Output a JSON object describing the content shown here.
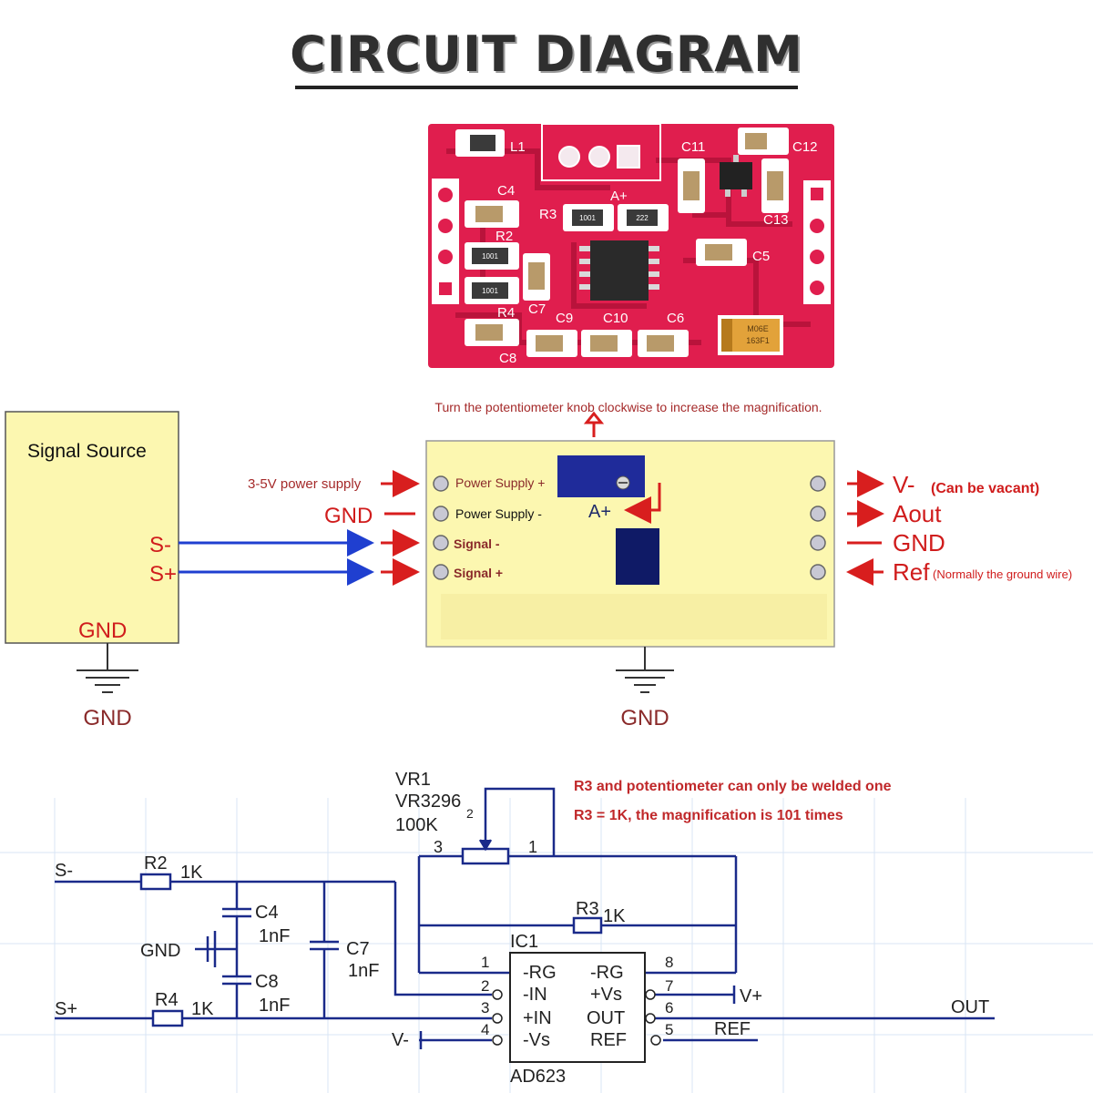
{
  "title": "CIRCUIT DIAGRAM",
  "board": {
    "labels": [
      "L1",
      "C11",
      "C12",
      "C4",
      "R3",
      "A+",
      "C13",
      "R2",
      "C5",
      "C7",
      "R4",
      "C9",
      "C10",
      "C6",
      "C8"
    ],
    "chip_codes": [
      "1001",
      "1001",
      "1001",
      "222"
    ],
    "tantalum": [
      "M06E",
      "163F1"
    ]
  },
  "wiring": {
    "signal_source": "Signal Source",
    "source_pins": [
      "S-",
      "S+"
    ],
    "source_gnd": "GND",
    "gnd_symbol_labels": [
      "GND",
      "GND"
    ],
    "hint": "Turn the potentiometer knob clockwise to increase the magnification.",
    "power_note": "3-5V power supply",
    "gnd_in": "GND",
    "module_pins_left": [
      "Power Supply +",
      "Power Supply -",
      "Signal  -",
      "Signal  +"
    ],
    "pot_label": "A+",
    "right_outputs": [
      {
        "name": "V-",
        "note": "(Can be vacant)"
      },
      {
        "name": "Aout",
        "note": ""
      },
      {
        "name": "GND",
        "note": ""
      },
      {
        "name": "Ref",
        "note": "(Normally the ground wire)"
      }
    ]
  },
  "schematic": {
    "vr_lines": [
      "VR1",
      "VR3296",
      "100K"
    ],
    "pot_pins": [
      "3",
      "1"
    ],
    "pot_wiper": "2",
    "note1": "R3 and potentiometer can only be welded one",
    "note2": "R3 = 1K, the magnification is 101 times",
    "s_minus": "S-",
    "s_plus": "S+",
    "r2": "R2",
    "r2_val": "1K",
    "r4": "R4",
    "r4_val": "1K",
    "r3": "R3",
    "r3_val": "1K",
    "c4": "C4",
    "c4_val": "1nF",
    "c8": "C8",
    "c8_val": "1nF",
    "c7": "C7",
    "c7_val": "1nF",
    "gnd": "GND",
    "ic_name": "IC1",
    "ic_part": "AD623",
    "ic_left_pins": [
      {
        "num": "1",
        "name": "-RG"
      },
      {
        "num": "2",
        "name": "-IN"
      },
      {
        "num": "3",
        "name": "+IN"
      },
      {
        "num": "4",
        "name": "-Vs"
      }
    ],
    "ic_right_pins": [
      {
        "num": "8",
        "name": "-RG"
      },
      {
        "num": "7",
        "name": "+Vs"
      },
      {
        "num": "6",
        "name": "OUT"
      },
      {
        "num": "5",
        "name": "REF"
      }
    ],
    "v_plus": "V+",
    "v_minus": "V-",
    "out": "OUT",
    "ref": "REF"
  }
}
